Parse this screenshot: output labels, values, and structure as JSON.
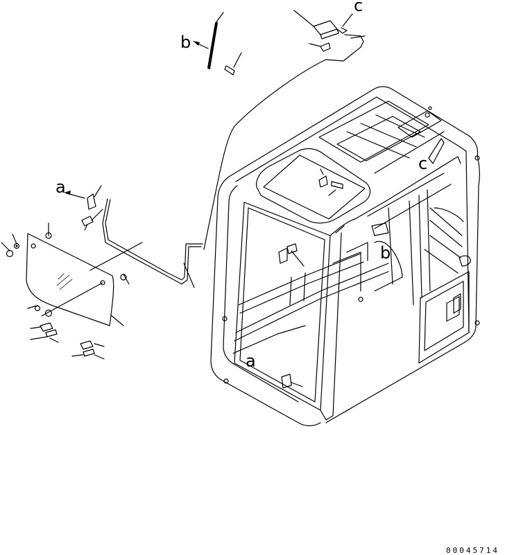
{
  "labels": {
    "a_left": "a",
    "a_cab": "a",
    "b_top": "b",
    "b_cab": "b",
    "c_top": "c",
    "c_cab": "c"
  },
  "reference_number": "00045714"
}
